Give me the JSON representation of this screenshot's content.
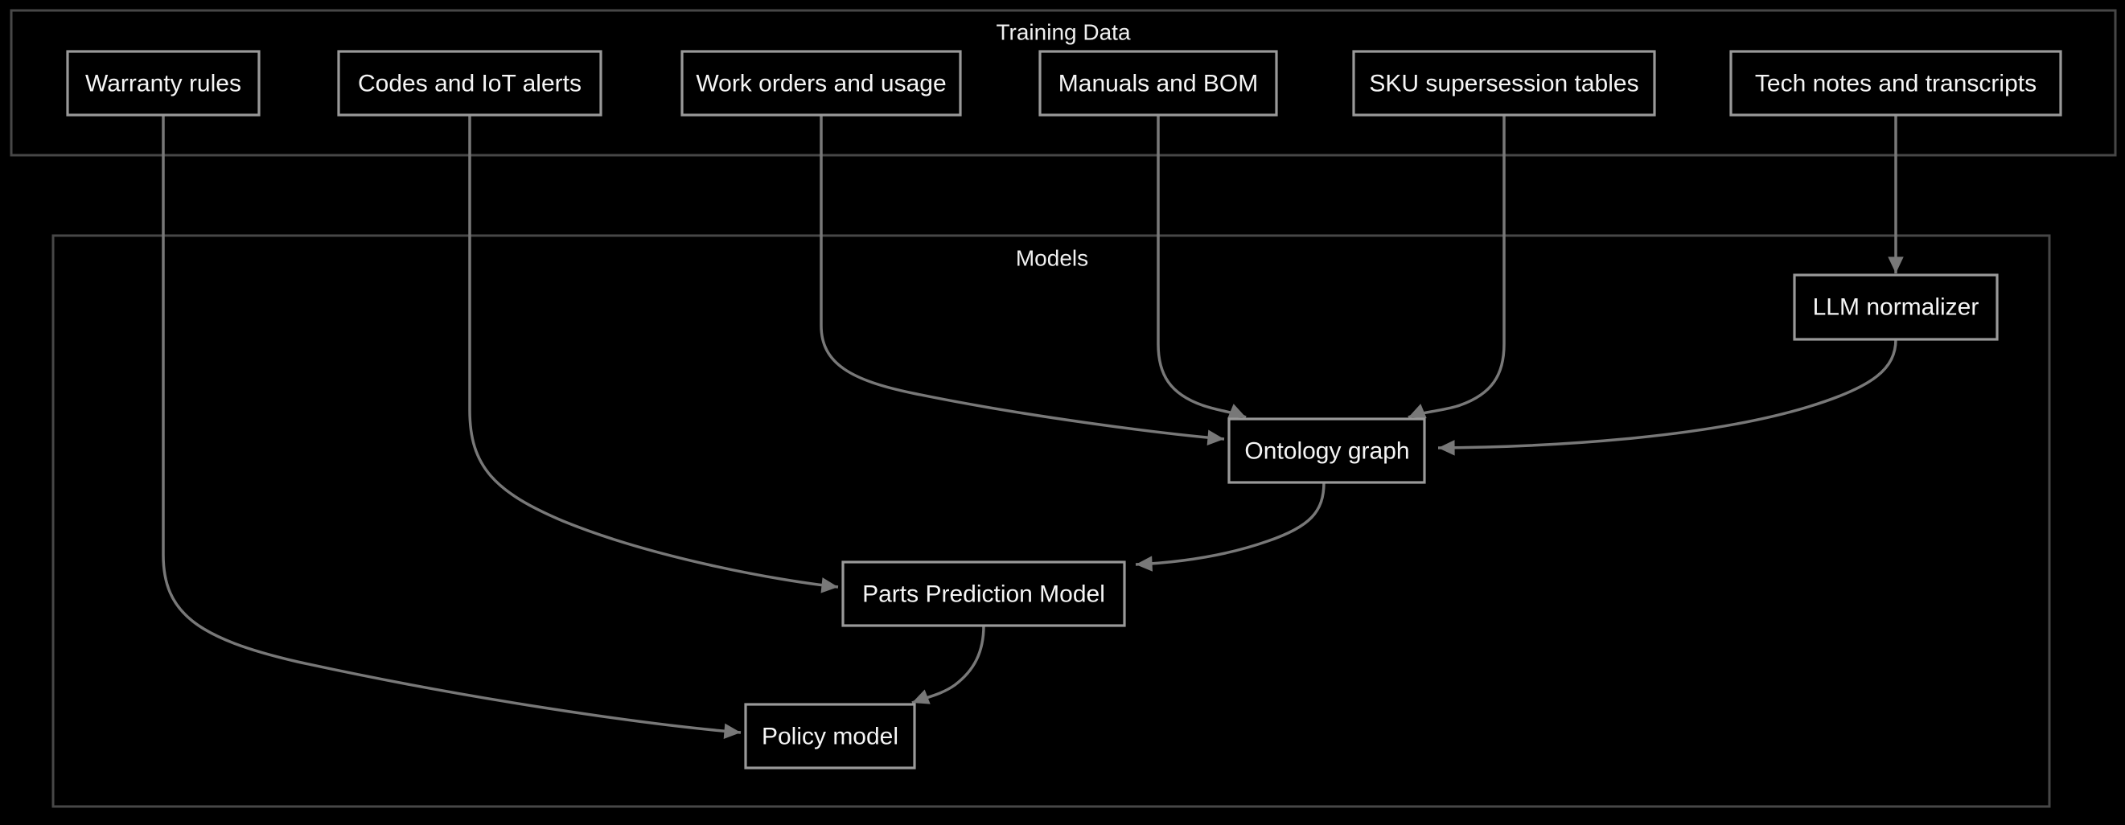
{
  "clusters": {
    "training": {
      "label": "Training Data"
    },
    "models": {
      "label": "Models"
    }
  },
  "nodes": {
    "warranty_rules": {
      "label": "Warranty rules"
    },
    "codes_iot_alerts": {
      "label": "Codes and IoT alerts"
    },
    "work_orders_usage": {
      "label": "Work orders and usage"
    },
    "manuals_bom": {
      "label": "Manuals and BOM"
    },
    "sku_supersession_tables": {
      "label": "SKU supersession tables"
    },
    "tech_notes_transcripts": {
      "label": "Tech notes and transcripts"
    },
    "llm_normalizer": {
      "label": "LLM normalizer"
    },
    "ontology_graph": {
      "label": "Ontology graph"
    },
    "parts_prediction_model": {
      "label": "Parts Prediction Model"
    },
    "policy_model": {
      "label": "Policy model"
    }
  },
  "edges": [
    {
      "from": "Warranty rules",
      "to": "Policy model"
    },
    {
      "from": "Codes and IoT alerts",
      "to": "Parts Prediction Model"
    },
    {
      "from": "Work orders and usage",
      "to": "Ontology graph"
    },
    {
      "from": "Manuals and BOM",
      "to": "Ontology graph"
    },
    {
      "from": "SKU supersession tables",
      "to": "Ontology graph"
    },
    {
      "from": "Tech notes and transcripts",
      "to": "LLM normalizer"
    },
    {
      "from": "LLM normalizer",
      "to": "Ontology graph"
    },
    {
      "from": "Ontology graph",
      "to": "Parts Prediction Model"
    },
    {
      "from": "Parts Prediction Model",
      "to": "Policy model"
    }
  ],
  "colors": {
    "background": "#000000",
    "node_fill": "#000000",
    "node_border": "#999999",
    "cluster_border": "#474747",
    "edge": "#787878",
    "text": "#f5f5f5"
  }
}
